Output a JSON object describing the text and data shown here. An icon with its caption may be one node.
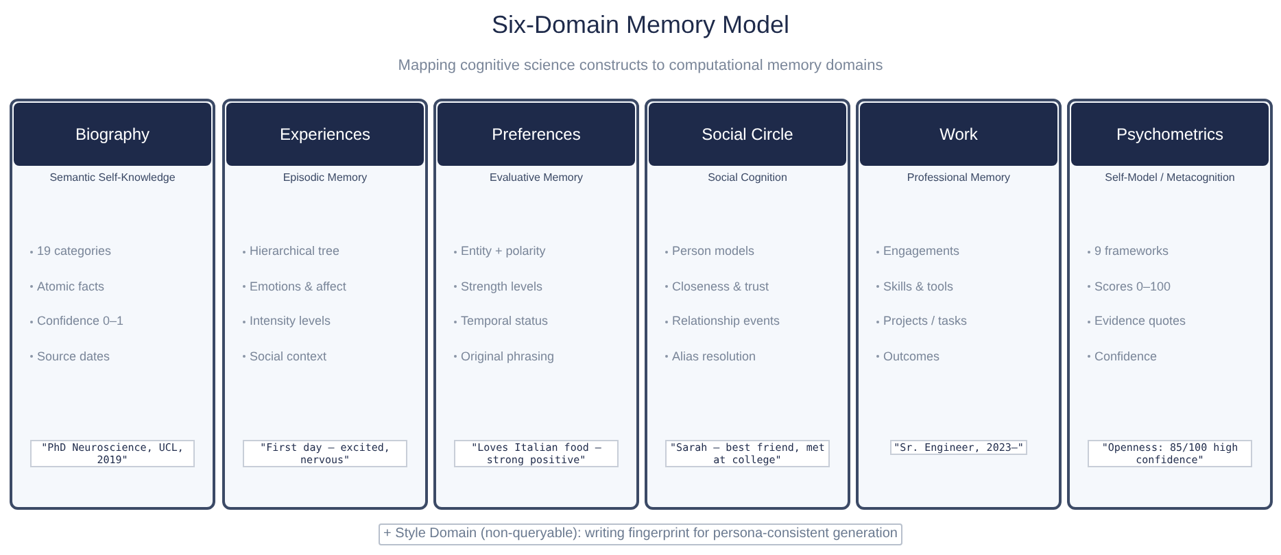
{
  "diagram": {
    "title": "Six-Domain Memory Model",
    "labels": [
      "Mapping cognitive science constructs to computational memory domains"
    ],
    "nodes": [
      {
        "text": [
          "Semantic Self-Knowledge",
          "19 categories",
          "Atomic facts",
          "Confidence 0–1",
          "Source dates"
        ]
      },
      {
        "text": [
          "Biography"
        ],
        "in": 0
      },
      {
        "text": [
          "\"PhD Neuroscience, UCL, 2019\""
        ],
        "in": 0
      },
      {
        "text": [
          "Episodic Memory",
          "Hierarchical tree",
          "Emotions & affect",
          "Intensity levels",
          "Social context"
        ]
      },
      {
        "text": [
          "Experiences"
        ],
        "in": 3
      },
      {
        "text": [
          "\"First day — excited, nervous\""
        ],
        "in": 3
      },
      {
        "text": [
          "Evaluative Memory",
          "Entity + polarity",
          "Strength levels",
          "Temporal status",
          "Original phrasing"
        ]
      },
      {
        "text": [
          "Preferences"
        ],
        "in": 6
      },
      {
        "text": [
          "\"Loves Italian food — strong positive\""
        ],
        "in": 6
      },
      {
        "text": [
          "Social Cognition",
          "Person models",
          "Closeness & trust",
          "Relationship events",
          "Alias resolution"
        ]
      },
      {
        "text": [
          "Social Circle"
        ],
        "in": 9
      },
      {
        "text": [
          "\"Sarah — best friend, met at college\""
        ],
        "in": 9
      },
      {
        "text": [
          "Professional Memory",
          "Engagements",
          "Skills & tools",
          "Projects / tasks",
          "Outcomes"
        ]
      },
      {
        "text": [
          "Work"
        ],
        "in": 12
      },
      {
        "text": [
          "\"Sr. Engineer, 2023–\""
        ],
        "in": 12
      },
      {
        "text": [
          "Self-Model / Metacognition",
          "9 frameworks",
          "Scores 0–100",
          "Evidence quotes",
          "Confidence"
        ]
      },
      {
        "text": [
          "Psychometrics"
        ],
        "in": 15
      },
      {
        "text": [
          "\"Openness: 85/100 high confidence\""
        ],
        "in": 15
      },
      {
        "text": [
          "+ Style Domain (non-queryable): writing fingerprint for persona-consistent generation"
        ]
      }
    ]
  }
}
